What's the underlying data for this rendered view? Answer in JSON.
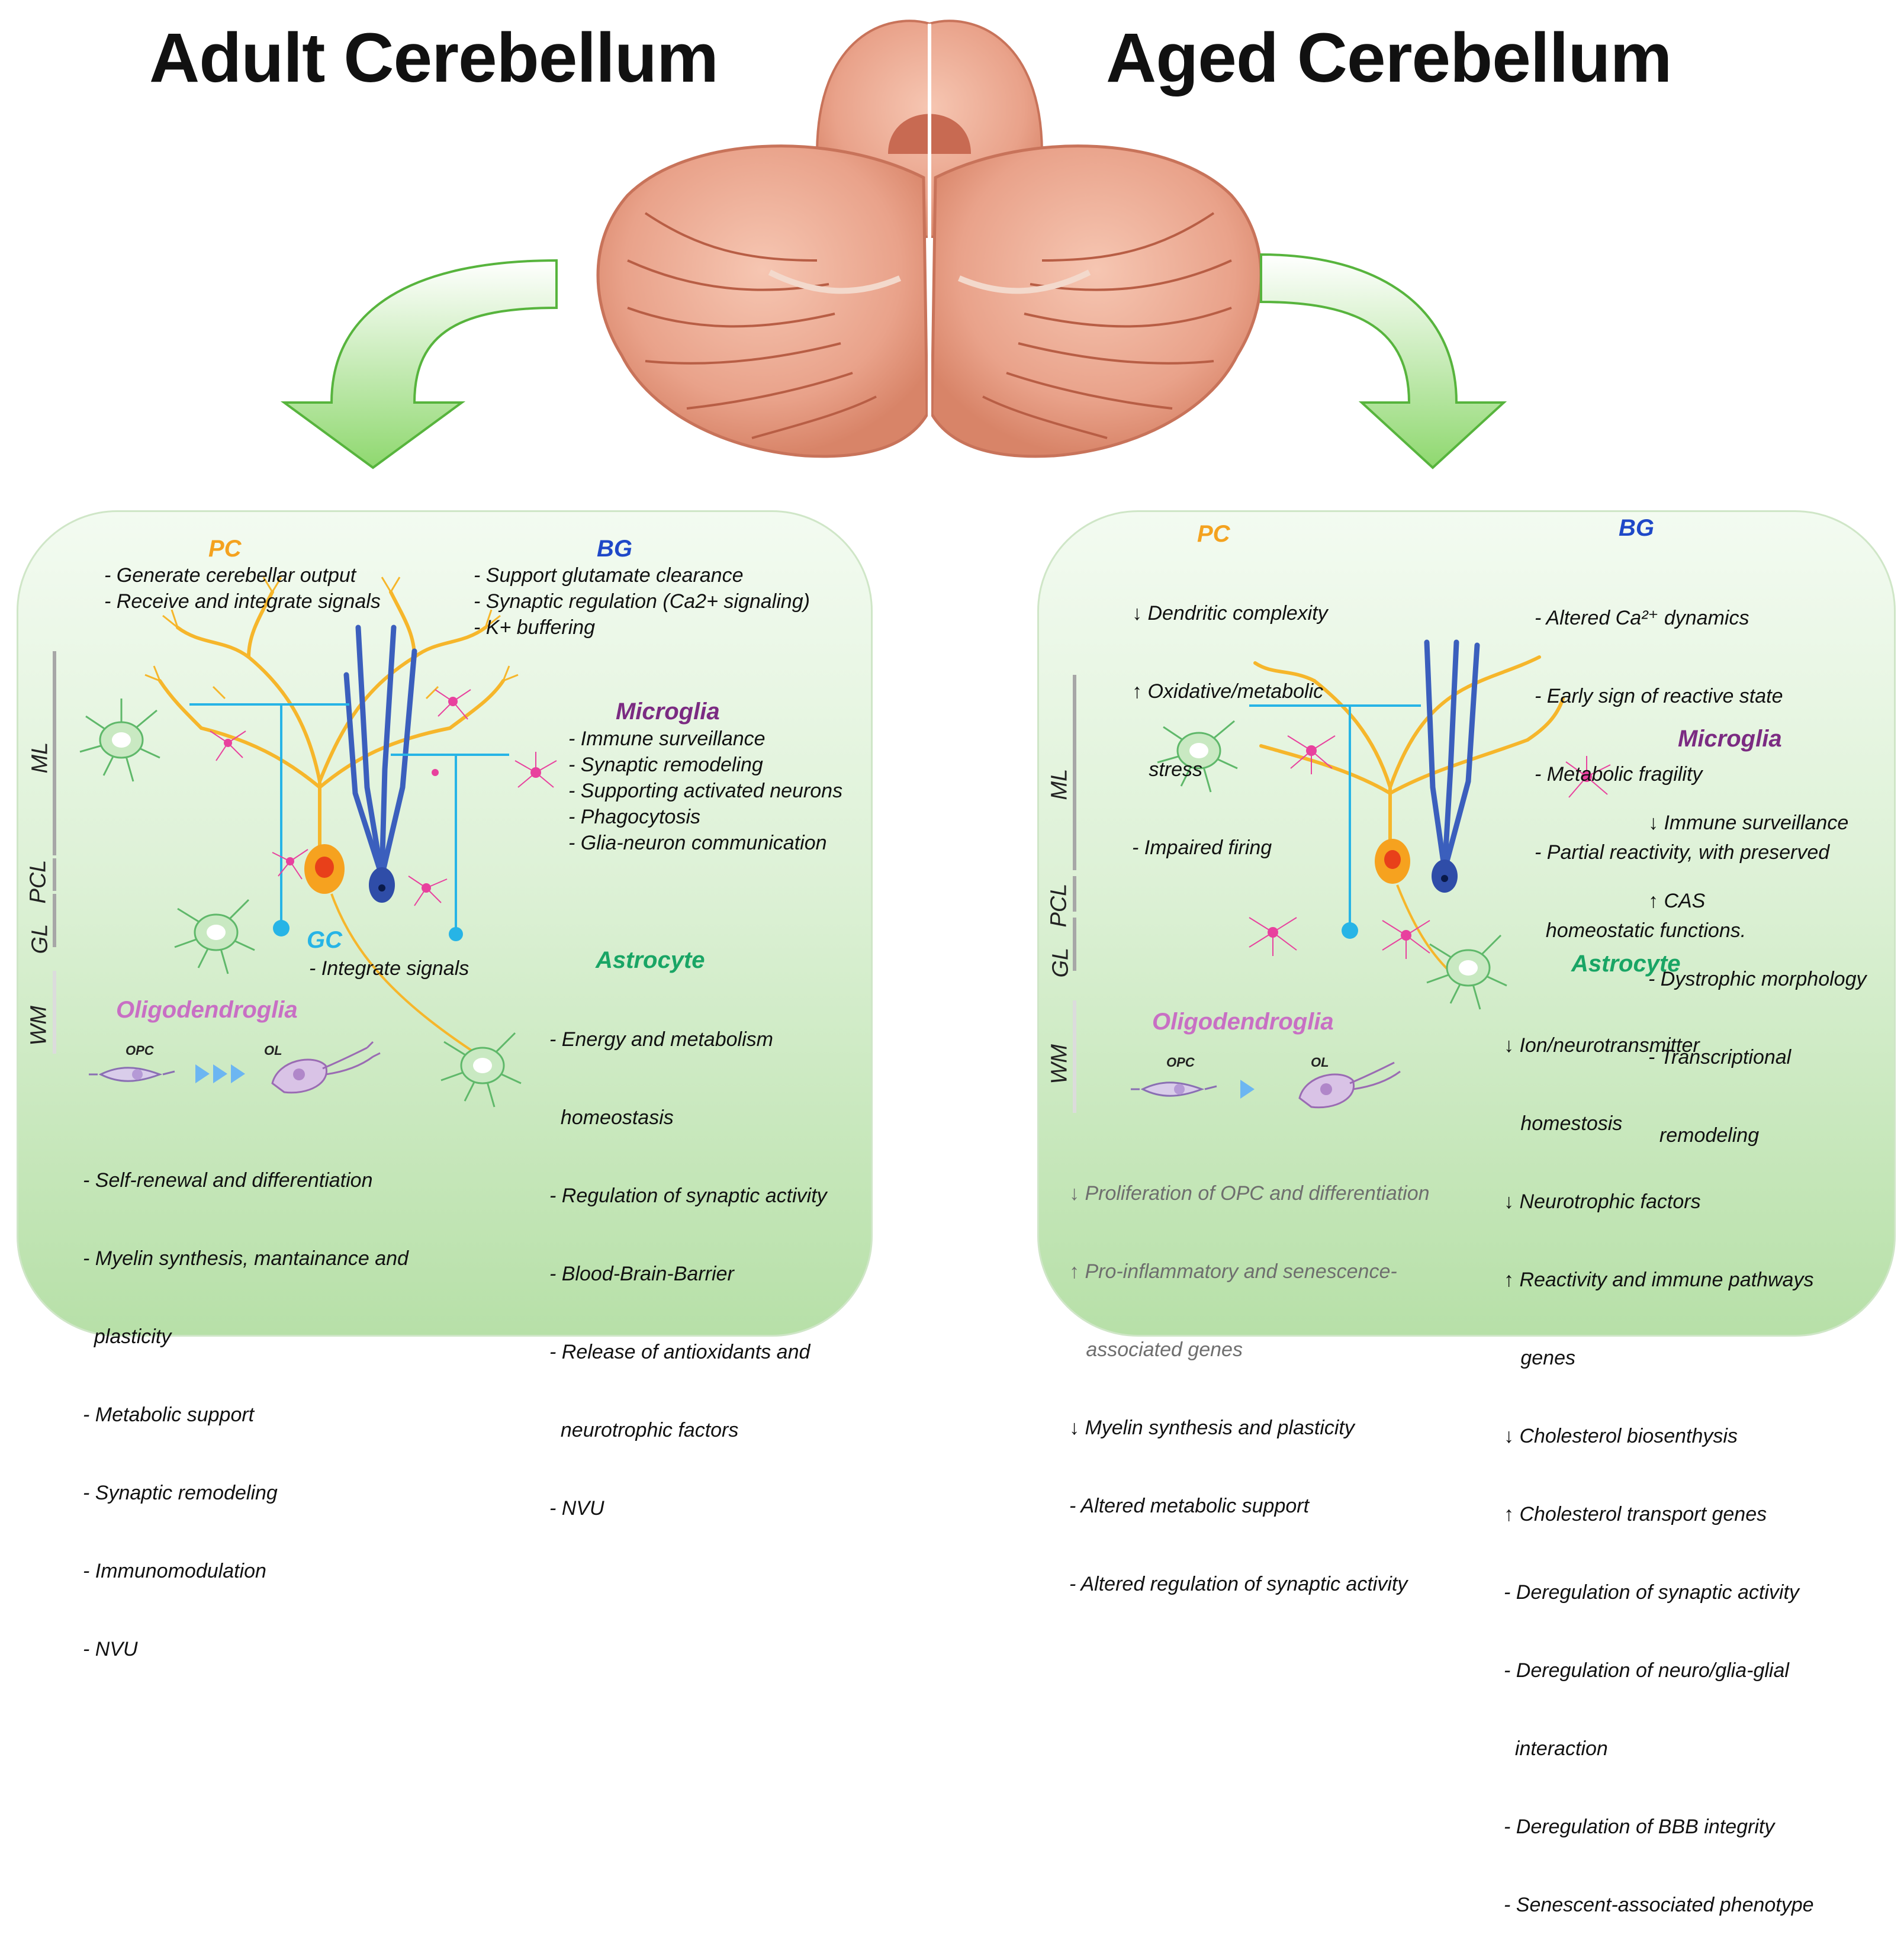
{
  "titles": {
    "adult": "Adult Cerebellum",
    "aged": "Aged Cerebellum"
  },
  "adult": {
    "pc": {
      "heading": "PC",
      "items": [
        "- Generate cerebellar output",
        "- Receive and integrate signals"
      ]
    },
    "bg": {
      "heading": "BG",
      "items": [
        "- Support glutamate clearance",
        "- Synaptic regulation (Ca2+ signaling)",
        "- K+ buffering"
      ]
    },
    "microglia": {
      "heading": "Microglia",
      "items": [
        "- Immune surveillance",
        "- Synaptic remodeling",
        "- Supporting activated neurons",
        "- Phagocytosis",
        "- Glia-neuron communication"
      ]
    },
    "gc": {
      "heading": "GC",
      "items": [
        "- Integrate signals"
      ]
    },
    "astrocyte": {
      "heading": "Astrocyte",
      "items": [
        "- Energy and metabolism",
        "  homeostasis",
        "- Regulation of synaptic activity",
        "- Blood-Brain-Barrier",
        "- Release of antioxidants and",
        "  neurotrophic factors",
        "- NVU"
      ]
    },
    "oligodendroglia": {
      "heading": "Oligodendroglia",
      "opc": "OPC",
      "ol": "OL",
      "items": [
        "- Self-renewal and differentiation",
        "- Myelin synthesis, mantainance and",
        "  plasticity",
        "- Metabolic support",
        "- Synaptic remodeling",
        "- Immunomodulation",
        "- NVU"
      ]
    },
    "layers": {
      "ml": "ML",
      "pcl": "PCL",
      "gl": "GL",
      "wm": "WM"
    }
  },
  "aged": {
    "pc": {
      "heading": "PC",
      "items": [
        "↓ Dendritic complexity",
        "↑ Oxidative/metabolic",
        "   stress",
        "- Impaired firing"
      ]
    },
    "bg": {
      "heading": "BG",
      "items": [
        "- Altered Ca²⁺ dynamics",
        "- Early sign of reactive state",
        "- Metabolic fragility",
        "- Partial reactivity, with preserved",
        "  homeostatic functions."
      ]
    },
    "microglia": {
      "heading": "Microglia",
      "items": [
        "↓ Immune surveillance",
        "↑ CAS",
        "- Dystrophic morphology",
        "- Transcriptional",
        "  remodeling"
      ]
    },
    "astrocyte": {
      "heading": "Astrocyte",
      "items": [
        "↓ Ion/neurotransmitter",
        "   homestosis",
        "↓ Neurotrophic factors",
        "↑ Reactivity and immune pathways",
        "   genes",
        "↓ Cholesterol biosenthysis",
        "↑ Cholesterol transport genes",
        "- Deregulation of synaptic activity",
        "- Deregulation of neuro/glia-glial",
        "  interaction",
        "- Deregulation of BBB integrity",
        "- Senescent-associated phenotype"
      ]
    },
    "oligodendroglia": {
      "heading": "Oligodendroglia",
      "opc": "OPC",
      "ol": "OL",
      "items_gray": [
        "↓ Proliferation of OPC and differentiation",
        "↑ Pro-inflammatory and senescence-",
        "   associated genes"
      ],
      "items": [
        "↓ Myelin synthesis and plasticity",
        "- Altered metabolic support",
        "- Altered regulation of synaptic activity"
      ]
    },
    "layers": {
      "ml": "ML",
      "pcl": "PCL",
      "gl": "GL",
      "wm": "WM"
    }
  },
  "colors": {
    "pc": "#f4a21f",
    "bg": "#1f48c8",
    "microglia": "#7b2b82",
    "astrocyte": "#19a565",
    "gc": "#27b4e6",
    "oligodendroglia": "#c86fc4",
    "arrow": "#7ccf5f",
    "cerebellum": "#e8a48a"
  }
}
